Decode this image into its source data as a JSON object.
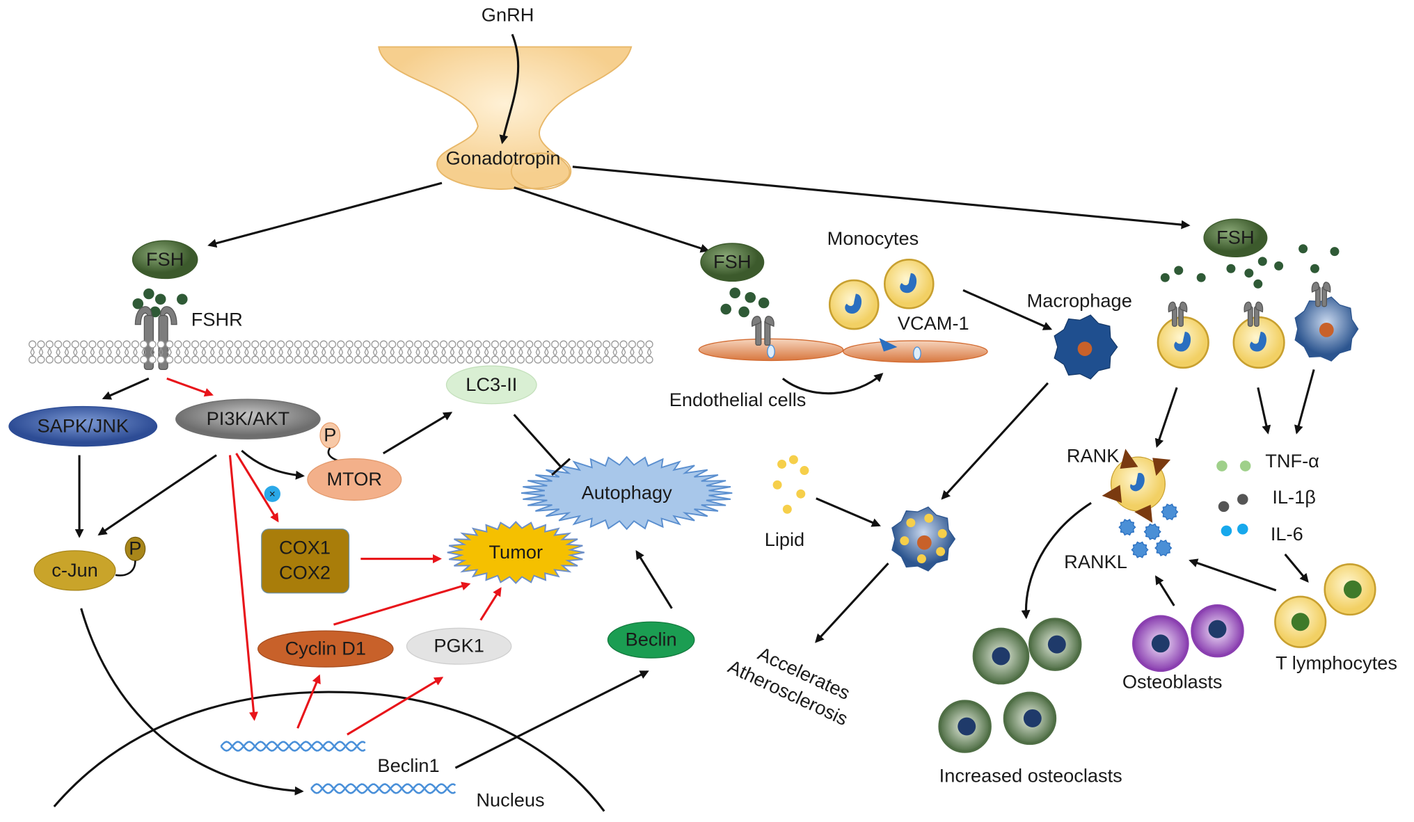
{
  "top": {
    "gnrh": "GnRH",
    "gonadotropin": "Gonadotropin"
  },
  "left": {
    "fsh": "FSH",
    "fshr": "FSHR",
    "sapk": "SAPK/JNK",
    "pi3k": "PI3K/AKT",
    "p1": "P",
    "p2": "P",
    "mtor": "MTOR",
    "lc3": "LC3-II",
    "autophagy": "Autophagy",
    "cjun": "c-Jun",
    "cox1": "COX1",
    "cox2": "COX2",
    "tumor": "Tumor",
    "cyclin": "Cyclin D1",
    "pgk1": "PGK1",
    "beclin": "Beclin",
    "beclin1": "Beclin1",
    "nucleus": "Nucleus",
    "x": "×"
  },
  "middle": {
    "fsh": "FSH",
    "monocytes": "Monocytes",
    "vcam": "VCAM-1",
    "endothelial": "Endothelial cells",
    "macrophage": "Macrophage",
    "lipid": "Lipid",
    "athero1": "Accelerates",
    "athero2": "Atherosclerosis"
  },
  "right": {
    "fsh": "FSH",
    "rank": "RANK",
    "rankl": "RANKL",
    "tnf": "TNF-α",
    "il1": "IL-1β",
    "il6": "IL-6",
    "tcells": "T lymphocytes",
    "osteoblasts": "Osteoblasts",
    "osteoclasts": "Increased osteoclasts"
  },
  "colors": {
    "fsh": "#4a6b3a",
    "sapk": "#3b5ea8",
    "pi3k": "#8a8a8a",
    "mtor": "#f3b08a",
    "lc3": "#d9efd3",
    "autophagy": "#a8c7ea",
    "tumor": "#f5c000",
    "cox": "#a97d0a",
    "cjun": "#c9a42a",
    "cyclin": "#c8612a",
    "pgk1": "#e3e3e3",
    "beclin": "#1b9d52",
    "activation": "#e8141a",
    "monocyte": "#f8df86",
    "macrophage": "#1f4f8f",
    "osteoblast": "#8a3fb0",
    "osteoclast": "#4f6e45"
  }
}
